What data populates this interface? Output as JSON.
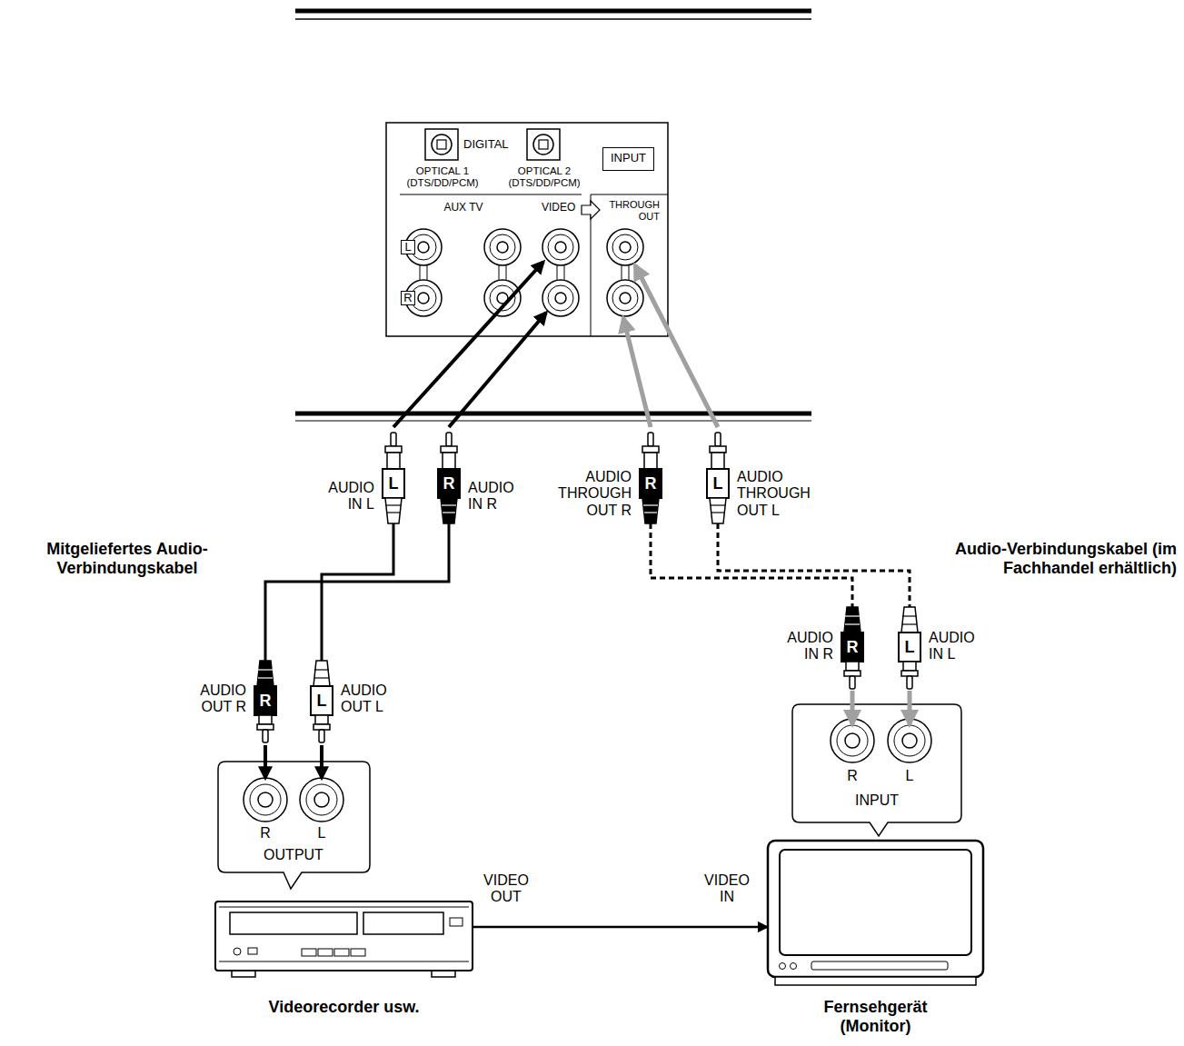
{
  "diagram": {
    "nodes": [
      {
        "text": [
          "INPUT"
        ]
      },
      {
        "text": [
          "AUDIO IN L",
          "L"
        ]
      },
      {
        "text": [
          "AUDIO IN R",
          "R"
        ]
      },
      {
        "text": [
          "AUDIO THROUGH OUT R",
          "R"
        ]
      },
      {
        "text": [
          "AUDIO THROUGH OUT L",
          "L"
        ]
      },
      {
        "text": [
          "AUDIO OUT R",
          "R"
        ]
      },
      {
        "text": [
          "AUDIO OUT L",
          "L"
        ]
      },
      {
        "text": [
          "AUDIO IN R",
          "R"
        ]
      },
      {
        "text": [
          "AUDIO IN L",
          "L"
        ]
      },
      {
        "text": [
          "R",
          "L",
          "OUTPUT"
        ]
      },
      {
        "text": [
          "R",
          "L",
          "INPUT"
        ]
      },
      {
        "text": [
          "Videorecorder usw."
        ]
      },
      {
        "text": [
          "Fernsehgerät (Monitor)"
        ]
      }
    ],
    "edges": [
      {
        "from": 5,
        "to": 2,
        "arrow": "none"
      },
      {
        "from": 6,
        "to": 1,
        "arrow": "none"
      },
      {
        "from": 3,
        "to": 7,
        "arrow": "none"
      },
      {
        "from": 4,
        "to": 8,
        "arrow": "none"
      },
      {
        "from": 11,
        "to": 12,
        "arrow": "to"
      }
    ],
    "labels": [
      "DIGITAL",
      "OPTICAL 1 (DTS/DD/PCM)",
      "OPTICAL 2 (DTS/DD/PCM)",
      "AUX TV",
      "VIDEO",
      "THROUGH OUT",
      "L",
      "R",
      "Mitgeliefertes Audio-Verbindungskabel",
      "Audio-Verbindungskabel (im Fachhandel erhältlich)",
      "VIDEO OUT",
      "VIDEO IN"
    ]
  }
}
